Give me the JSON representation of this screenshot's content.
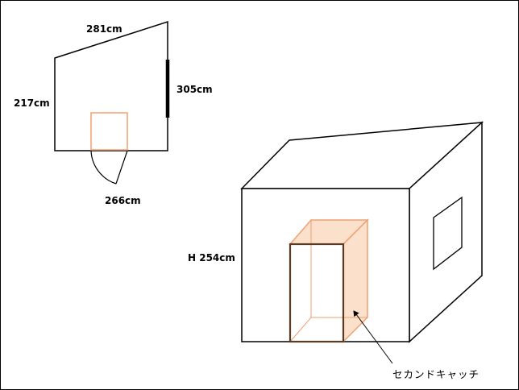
{
  "floor_plan": {
    "labels": {
      "top_wall": "281cm",
      "left_wall": "217cm",
      "right_wall": "305cm",
      "bottom_wall": "266cm"
    }
  },
  "room_3d": {
    "labels": {
      "height": "H 254cm",
      "callout": "セカンドキャッチ"
    }
  },
  "colors": {
    "line": "#000000",
    "cabinet_outline": "#f0a070",
    "cabinet_fill": "#fbe0cc",
    "cabinet_front": "#5a3a22"
  }
}
